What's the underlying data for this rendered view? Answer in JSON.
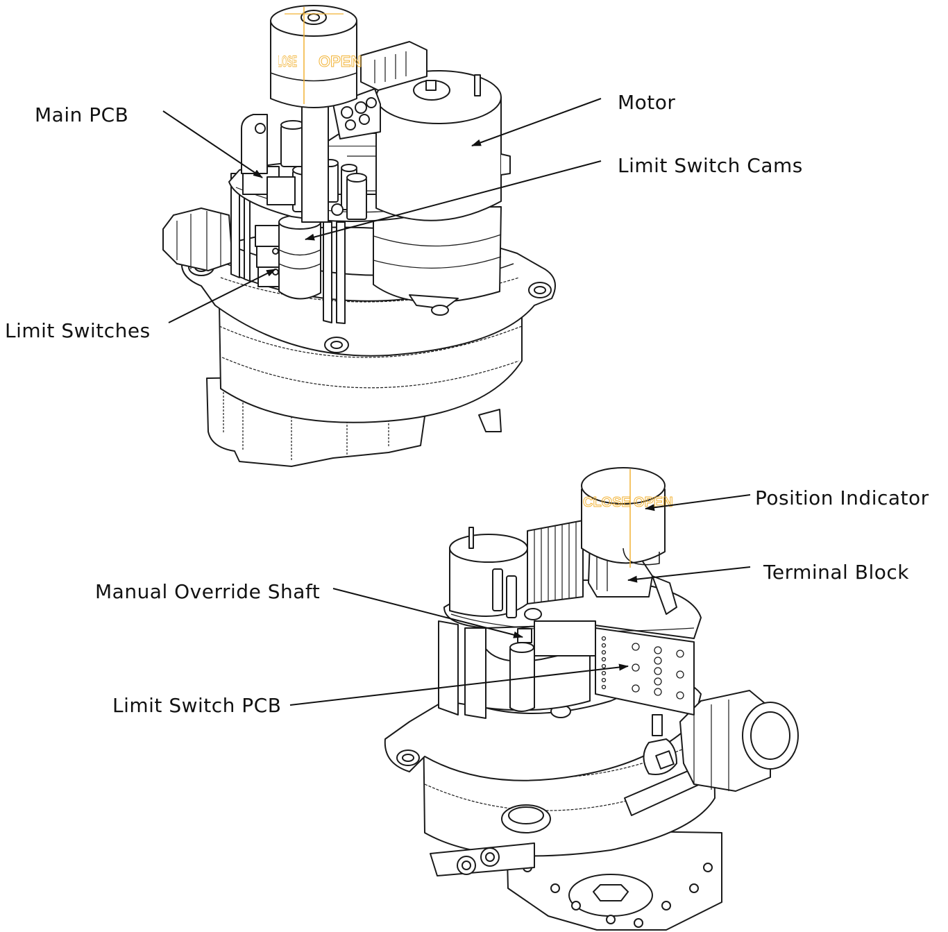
{
  "labels": {
    "main_pcb": "Main PCB",
    "motor": "Motor",
    "limit_switch_cams": "Limit Switch Cams",
    "limit_switches": "Limit Switches",
    "position_indicator": "Position Indicator",
    "terminal_block": "Terminal Block",
    "manual_override_shaft": "Manual Override Shaft",
    "limit_switch_pcb": "Limit Switch PCB"
  },
  "indicator": {
    "close": "CLOSE",
    "open": "OPEN",
    "text_color": "#f2b233"
  },
  "colors": {
    "line": "#1a1a1a",
    "background": "#ffffff"
  }
}
